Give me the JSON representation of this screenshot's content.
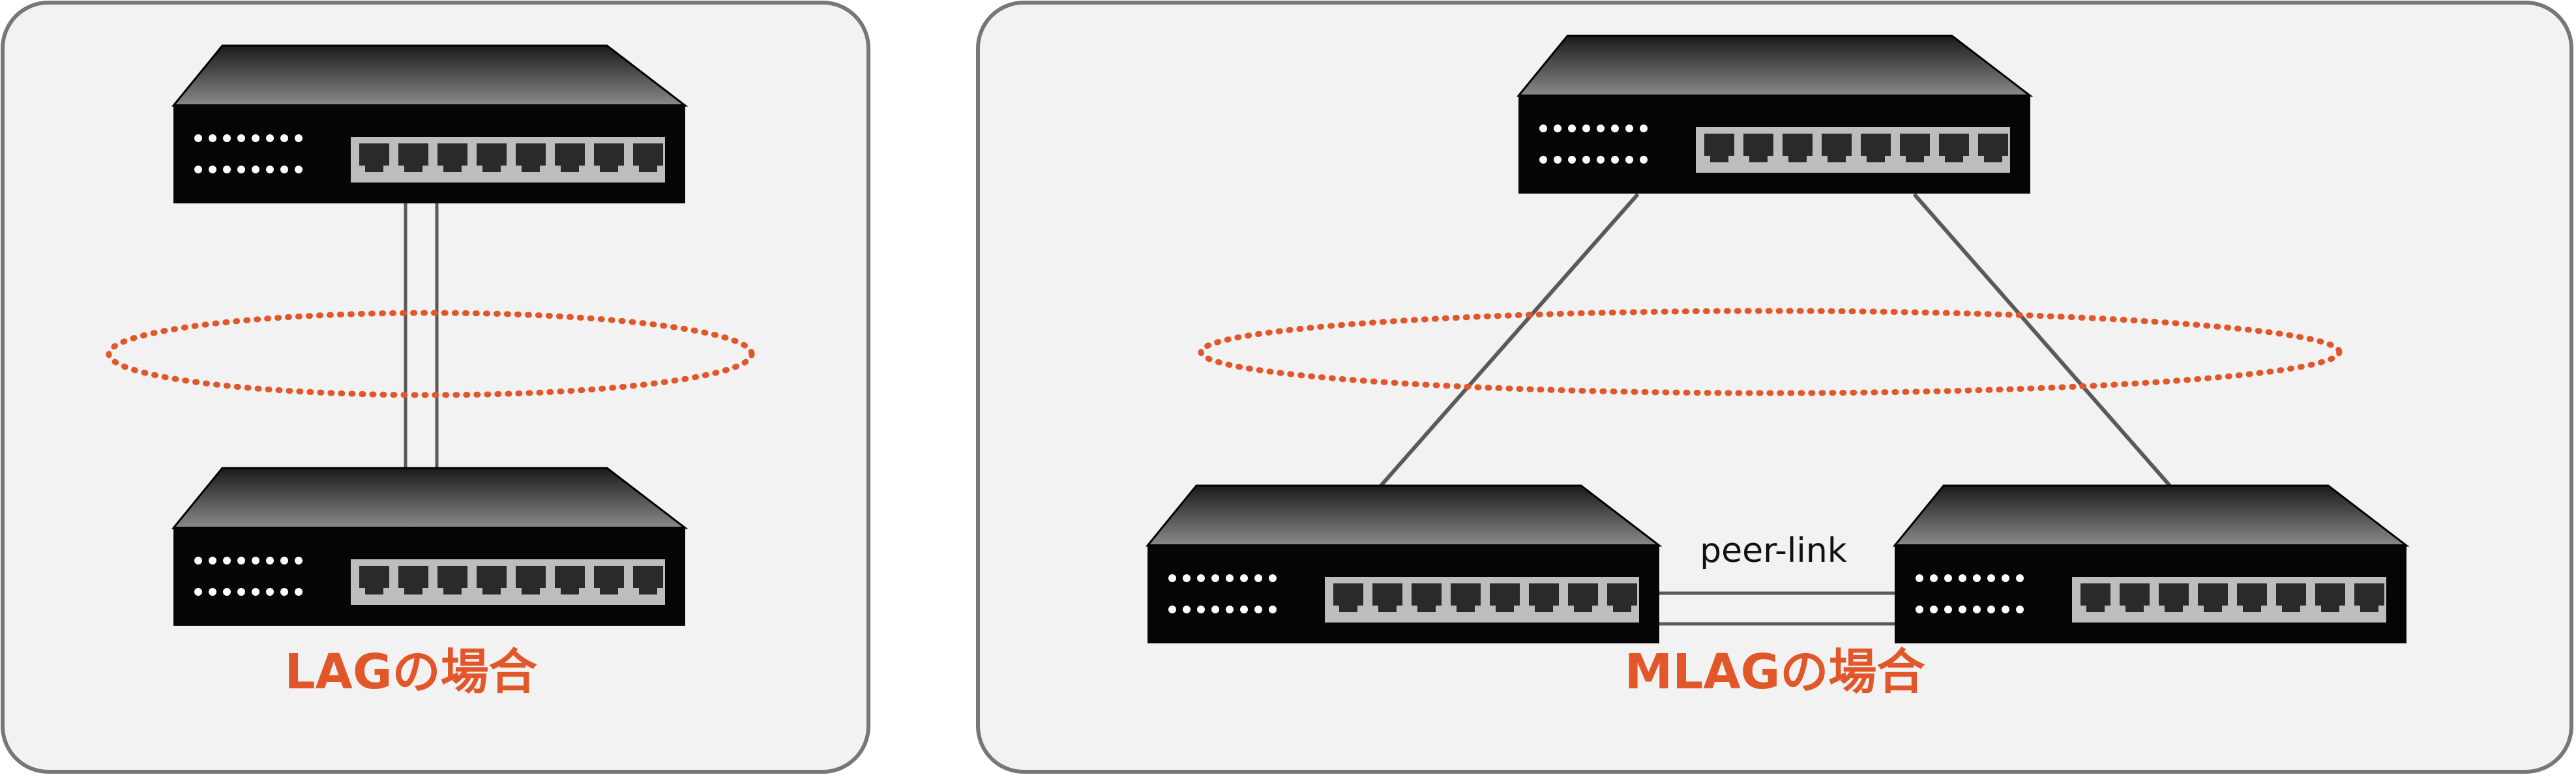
{
  "panels": {
    "lag": {
      "caption": "LAGの場合"
    },
    "mlag": {
      "caption": "MLAGの場合",
      "peer_link_label": "peer-link"
    }
  },
  "colors": {
    "panel_bg": "#f2f2f2",
    "panel_border": "#777777",
    "accent": "#e2572a",
    "switch_body": "#050505",
    "port_panel": "#bdbdbd",
    "link": "#5a5a5a"
  },
  "icons": {
    "switch": "network-switch-icon"
  }
}
